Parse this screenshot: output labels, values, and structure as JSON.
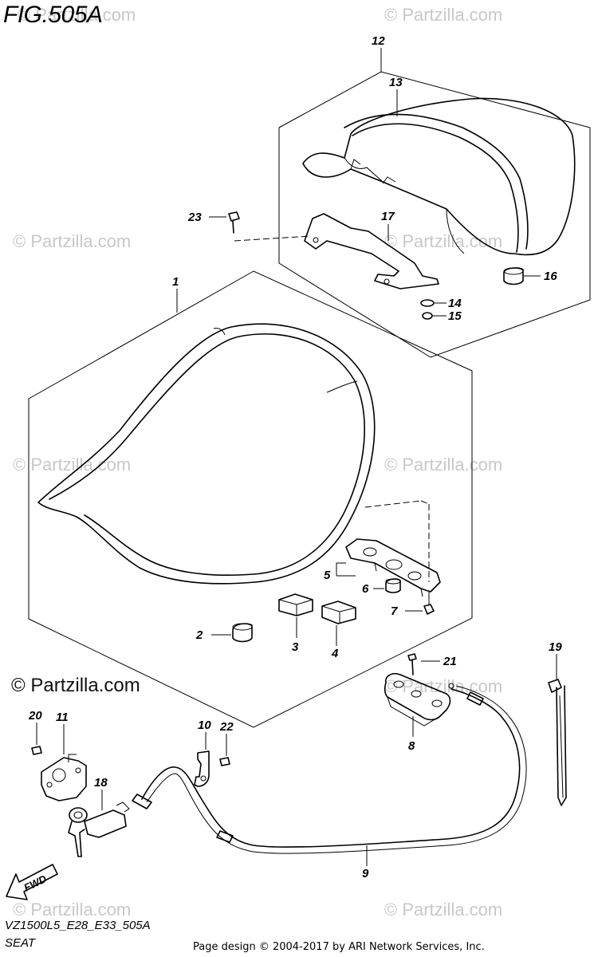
{
  "figure": {
    "title": "FIG.505A",
    "code": "VZ1500L5_E28_E33_505A",
    "name": "SEAT"
  },
  "brand": "© Partzilla.com",
  "watermark": "© Partzilla.com",
  "credit": "Page design © 2004-2017 by ARI Network Services, Inc.",
  "fwd_label": "FWD",
  "callouts": [
    "1",
    "2",
    "3",
    "4",
    "5",
    "6",
    "7",
    "8",
    "9",
    "10",
    "11",
    "12",
    "13",
    "14",
    "15",
    "16",
    "17",
    "18",
    "19",
    "20",
    "21",
    "22",
    "23"
  ]
}
